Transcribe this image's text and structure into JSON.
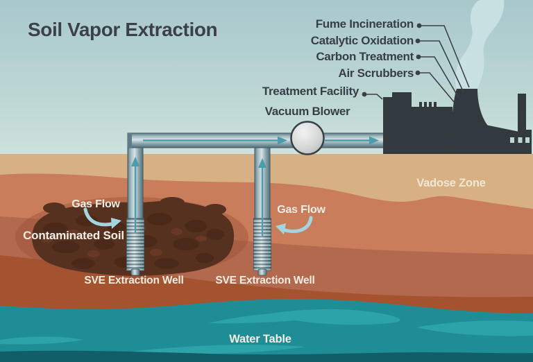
{
  "title": "Soil Vapor Extraction",
  "treatment_labels": [
    {
      "label": "Fume Incineration"
    },
    {
      "label": "Catalytic Oxidation"
    },
    {
      "label": "Carbon Treatment"
    },
    {
      "label": "Air Scrubbers"
    }
  ],
  "labels": {
    "treatment_facility": "Treatment Facility",
    "vacuum_blower": "Vacuum Blower",
    "gas_flow_left": "Gas Flow",
    "gas_flow_right": "Gas Flow",
    "contaminated_soil": "Contaminated Soil",
    "sve_well_left": "SVE Extraction Well",
    "sve_well_right": "SVE Extraction Well",
    "vadose_zone": "Vadose Zone",
    "water_table": "Water Table"
  },
  "colors": {
    "sky_top": "#a9c8cc",
    "sky_bottom": "#cfe2de",
    "soil_tan": "#d7b183",
    "soil_salmon": "#c97d5b",
    "soil_medium": "#b3694e",
    "soil_dark_rust": "#a5532f",
    "contaminated_soil": "#573120",
    "water": "#1f8d96",
    "water_light_streak": "#2ba3a9",
    "water_deep": "#125e68",
    "factory_silhouette": "#333a3f",
    "pipe_steel": "#93aeb5",
    "flow_arrow": "#4e9cab",
    "gas_flow_arrow": "#a3d5e1",
    "label_dark": "#373e44",
    "label_light": "#f4eee4"
  }
}
